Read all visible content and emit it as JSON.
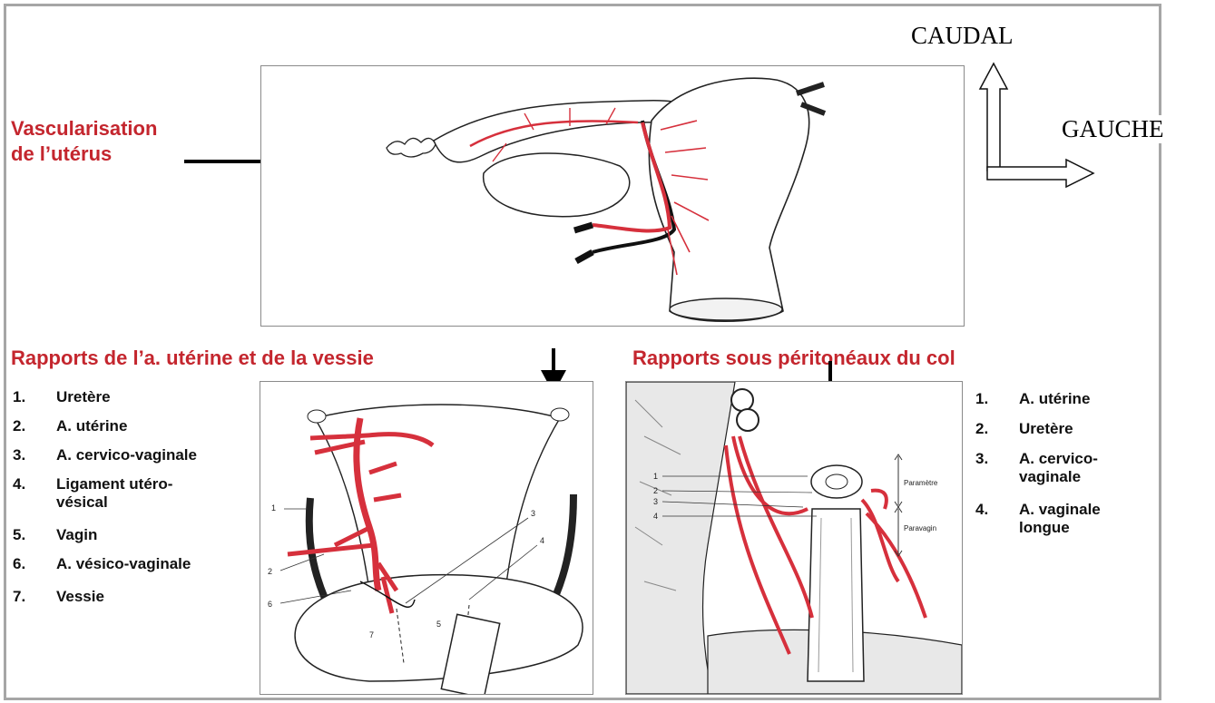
{
  "orientation": {
    "caudal": "CAUDAL",
    "gauche": "GAUCHE"
  },
  "section1": {
    "title_line1": "Vascularisation",
    "title_line2": "de l’utérus"
  },
  "section2": {
    "title": "Rapports de l’a. utérine et de la vessie",
    "items": [
      {
        "num": "1.",
        "label": "Uretère"
      },
      {
        "num": "2.",
        "label": "A. utérine"
      },
      {
        "num": "3.",
        "label": "A. cervico-vaginale"
      },
      {
        "num": "4.",
        "label": "Ligament utéro-vésical"
      },
      {
        "num": "5.",
        "label": "Vagin"
      },
      {
        "num": "6.",
        "label": "A. vésico-vaginale"
      },
      {
        "num": "7.",
        "label": "Vessie"
      }
    ],
    "figure_numbers": [
      "1",
      "2",
      "3",
      "4",
      "5",
      "6",
      "7"
    ]
  },
  "section3": {
    "title": "Rapports sous péritonéaux du col",
    "items": [
      {
        "num": "1.",
        "label": "A. utérine"
      },
      {
        "num": "2.",
        "label": "Uretère"
      },
      {
        "num": "3.",
        "label": "A. cervico-vaginale"
      },
      {
        "num": "4.",
        "label": "A. vaginale longue"
      }
    ],
    "figure_numbers": [
      "1",
      "2",
      "3",
      "4"
    ],
    "figure_labels": {
      "parametre": "Paramètre",
      "paravagin": "Paravagin"
    }
  },
  "colors": {
    "accent_red": "#c4262e",
    "artery_red": "#d6303c",
    "frame": "#a6a6a6"
  }
}
